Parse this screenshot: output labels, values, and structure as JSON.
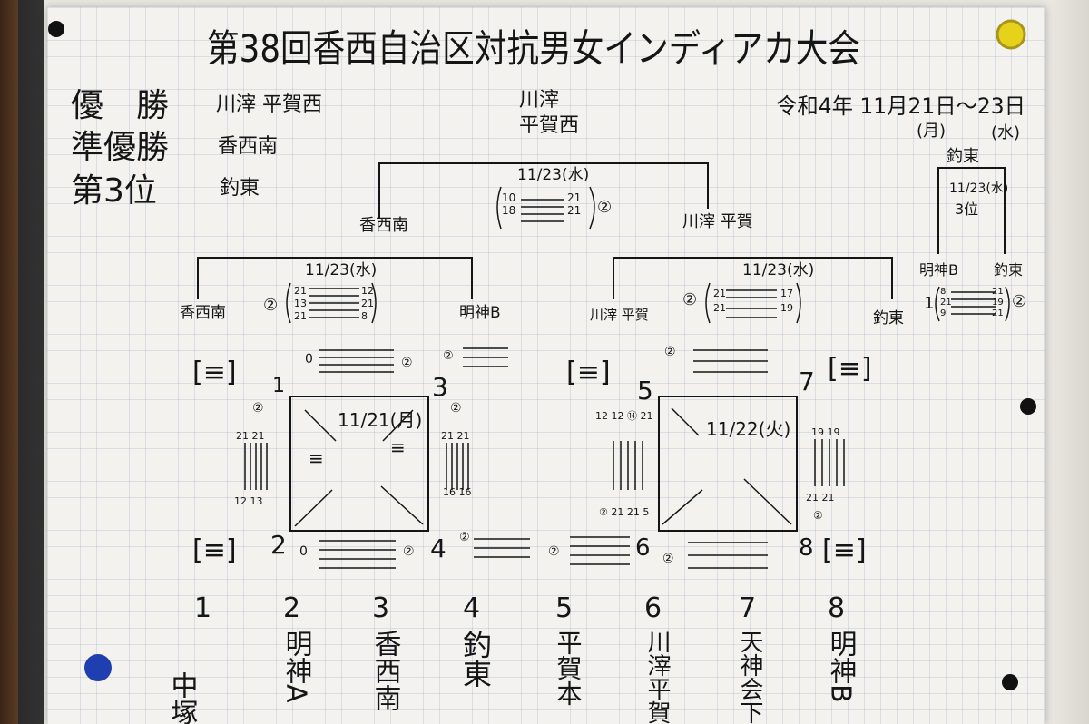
{
  "title": "第38回香西自治区対抗男女インディアカ大会",
  "date": "令和4年 11月21日～23日",
  "date_days": [
    "(月)",
    "(水)"
  ],
  "results": {
    "winner_label": "優　勝",
    "winner": "川滓 平賀西",
    "runner_up_label": "準優勝",
    "runner_up": "香西南",
    "third_label": "第3位",
    "third": "釣東"
  },
  "final": {
    "champion_line1": "川滓",
    "champion_line2": "平賀西",
    "date": "11/23(水)",
    "left_team": "香西南",
    "right_team": "川滓 平賀",
    "scores_left": [
      "10",
      "18"
    ],
    "scores_right": [
      "21",
      "21"
    ],
    "winner_mark": "②"
  },
  "third_place": {
    "winner": "釣東",
    "date": "11/23(水)",
    "label": "3位",
    "left_team": "明神B",
    "right_team": "釣東",
    "scores_left": [
      "8",
      "21",
      "9"
    ],
    "scores_right": [
      "21",
      "19",
      "21"
    ],
    "mark_left": "1",
    "mark_right": "②"
  },
  "semis": [
    {
      "date": "11/23(水)",
      "left": "香西南",
      "right": "明神B",
      "scores_left": [
        "21",
        "13",
        "21"
      ],
      "scores_right": [
        "12",
        "21",
        "8"
      ],
      "mark": "②"
    },
    {
      "date": "11/23(水)",
      "left": "川滓 平賀",
      "right": "釣東",
      "scores_left": [
        "21",
        "21"
      ],
      "scores_right": [
        "17",
        "19"
      ],
      "mark": "②"
    }
  ],
  "blocks": [
    {
      "date": "11/21(月)",
      "nums": [
        "1",
        "2",
        "3",
        "4"
      ]
    },
    {
      "date": "11/22(火)",
      "nums": [
        "5",
        "6",
        "7",
        "8"
      ]
    }
  ],
  "teams": [
    {
      "num": "1",
      "name": "中塚"
    },
    {
      "num": "2",
      "name": "明神A"
    },
    {
      "num": "3",
      "name": "香西南"
    },
    {
      "num": "4",
      "name": "釣東"
    },
    {
      "num": "5",
      "name": "平賀本"
    },
    {
      "num": "6",
      "name": "川滓平賀西"
    },
    {
      "num": "7",
      "name": "天神会下"
    },
    {
      "num": "8",
      "name": "明神B"
    }
  ],
  "ink_color": "#151515",
  "pin_colors": {
    "yellow": "#e6d21a",
    "blue": "#1f3fb0",
    "black": "#111111"
  }
}
